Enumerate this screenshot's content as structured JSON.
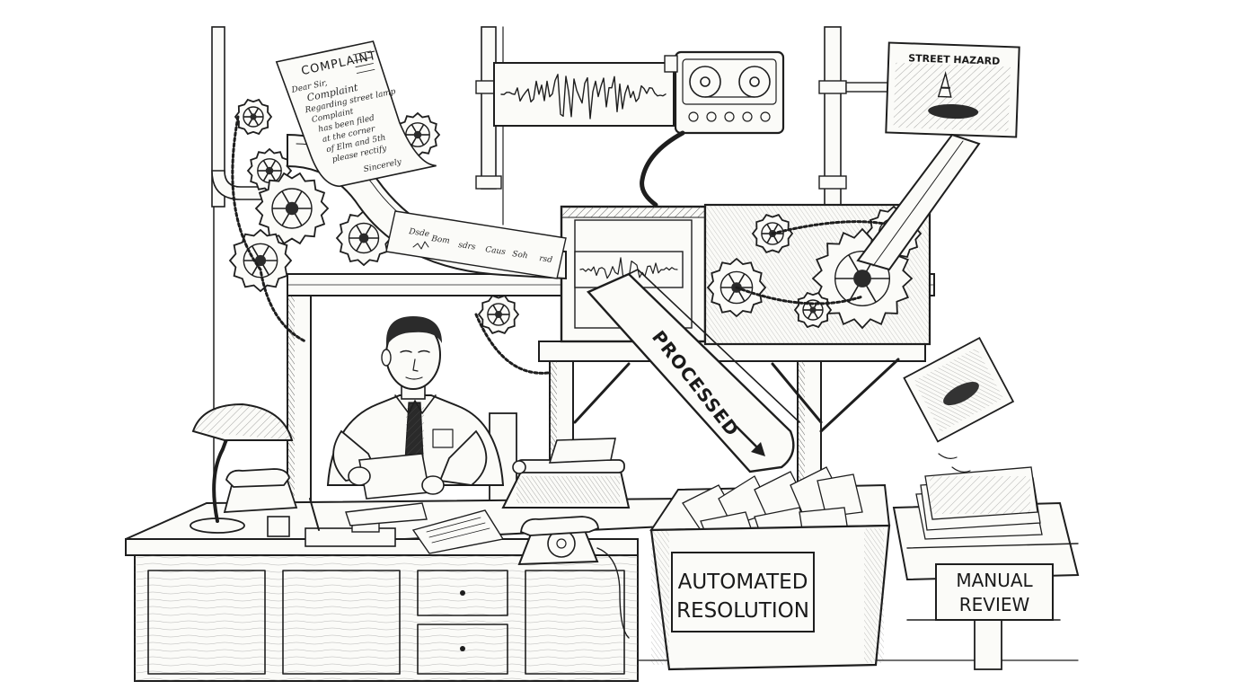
{
  "labels": {
    "complaint": "COMPLAINT",
    "street_hazard": "STREET HAZARD",
    "processed": "PROCESSED",
    "automated_line1": "AUTOMATED",
    "automated_line2": "RESOLUTION",
    "manual_line1": "MANUAL",
    "manual_line2": "REVIEW"
  },
  "complaint_letter": {
    "lines": [
      "Dear Sir,",
      "Complaint",
      "Regarding street lamp",
      "Complaint",
      "has been filed",
      "at the corner",
      "of Elm and 5th",
      "please rectify",
      "Sincerely"
    ]
  },
  "icons": {
    "gear": "gear-icon",
    "reel": "tape-recorder-icon",
    "lamp": "desk-lamp-icon",
    "phone": "rotary-phone-icon",
    "typewriter": "typewriter-icon",
    "arrow": "arrow-down-icon",
    "cone": "traffic-cone-icon"
  },
  "colors": {
    "ink": "#1e1e1e",
    "paper": "#fbfbf8",
    "background": "#ffffff"
  }
}
